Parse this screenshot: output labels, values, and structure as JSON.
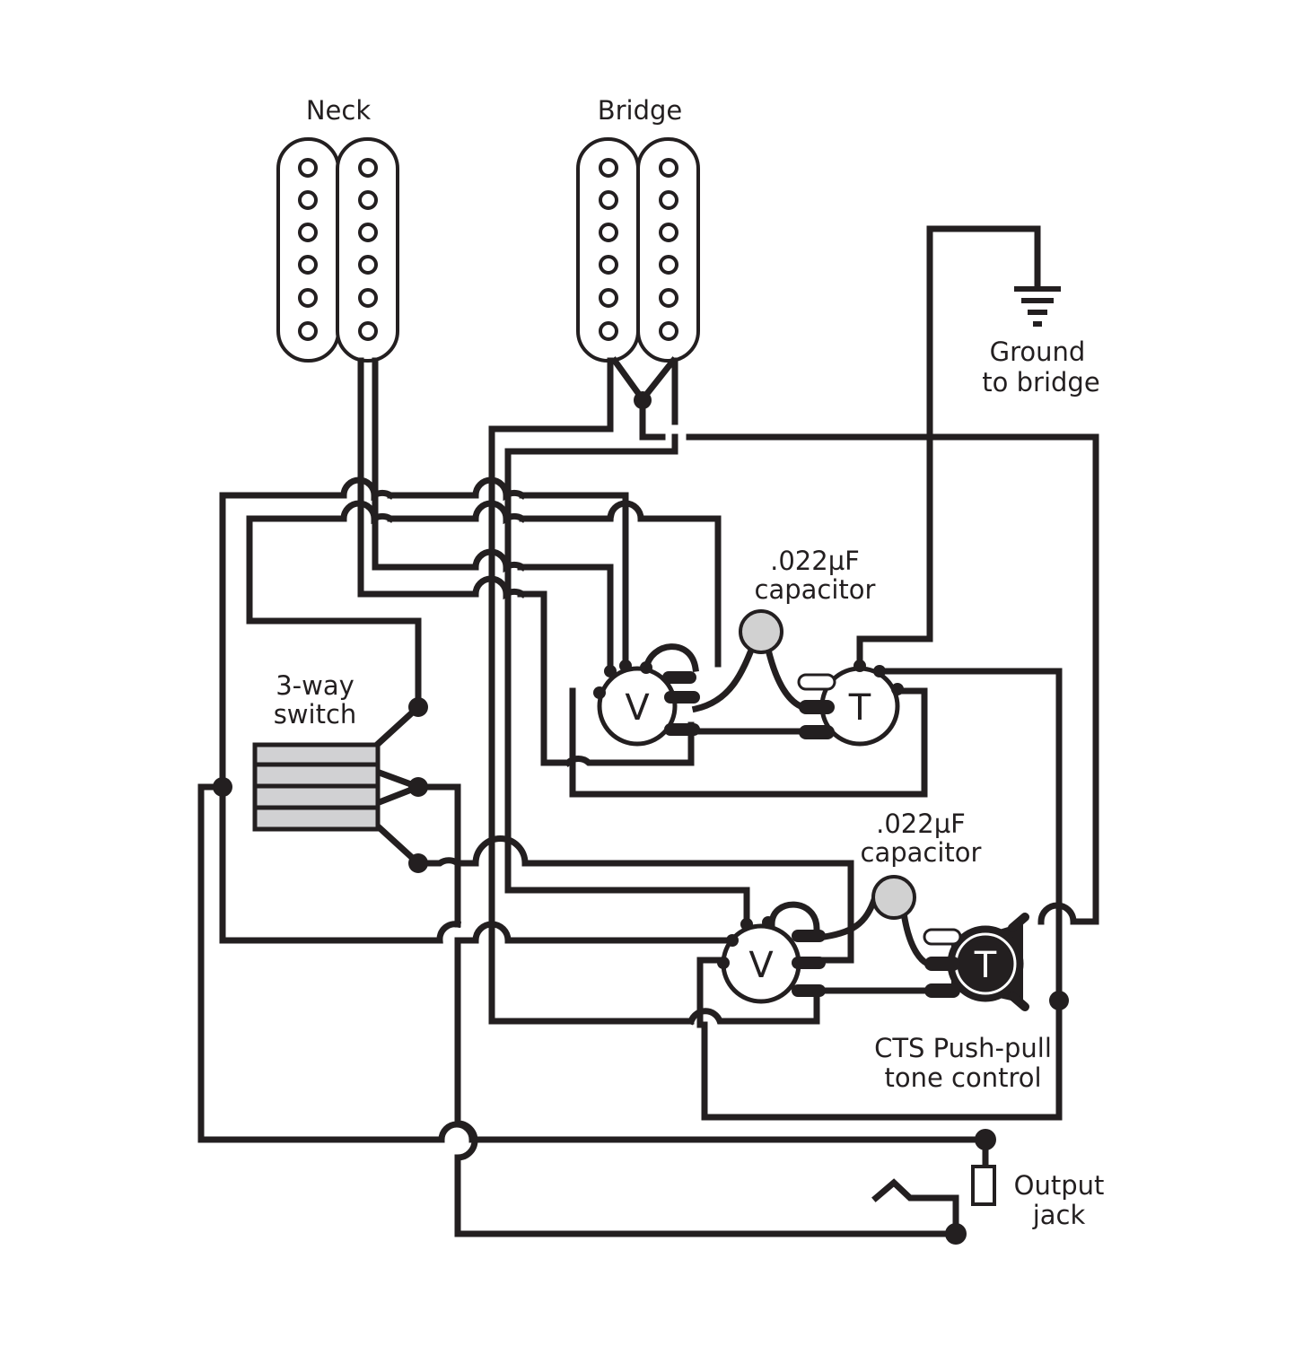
{
  "labels": {
    "neck": "Neck",
    "bridge": "Bridge",
    "ground_line1": "Ground",
    "ground_line2": "to bridge",
    "cap_top_line1": ".022µF",
    "cap_top_line2": "capacitor",
    "cap_bottom_line1": ".022µF",
    "cap_bottom_line2": "capacitor",
    "switch_line1": "3-way",
    "switch_line2": "switch",
    "pushpull_line1": "CTS Push-pull",
    "pushpull_line2": "tone control",
    "output_line1": "Output",
    "output_line2": "jack"
  },
  "knobs": {
    "volume_top": "V",
    "tone_top": "T",
    "volume_bottom": "V",
    "tone_bottom": "T"
  },
  "colors": {
    "line": "#231f20",
    "capacitor_fill": "#d1d1d1",
    "switch_fill": "#d1d1d3",
    "background": "#ffffff"
  }
}
